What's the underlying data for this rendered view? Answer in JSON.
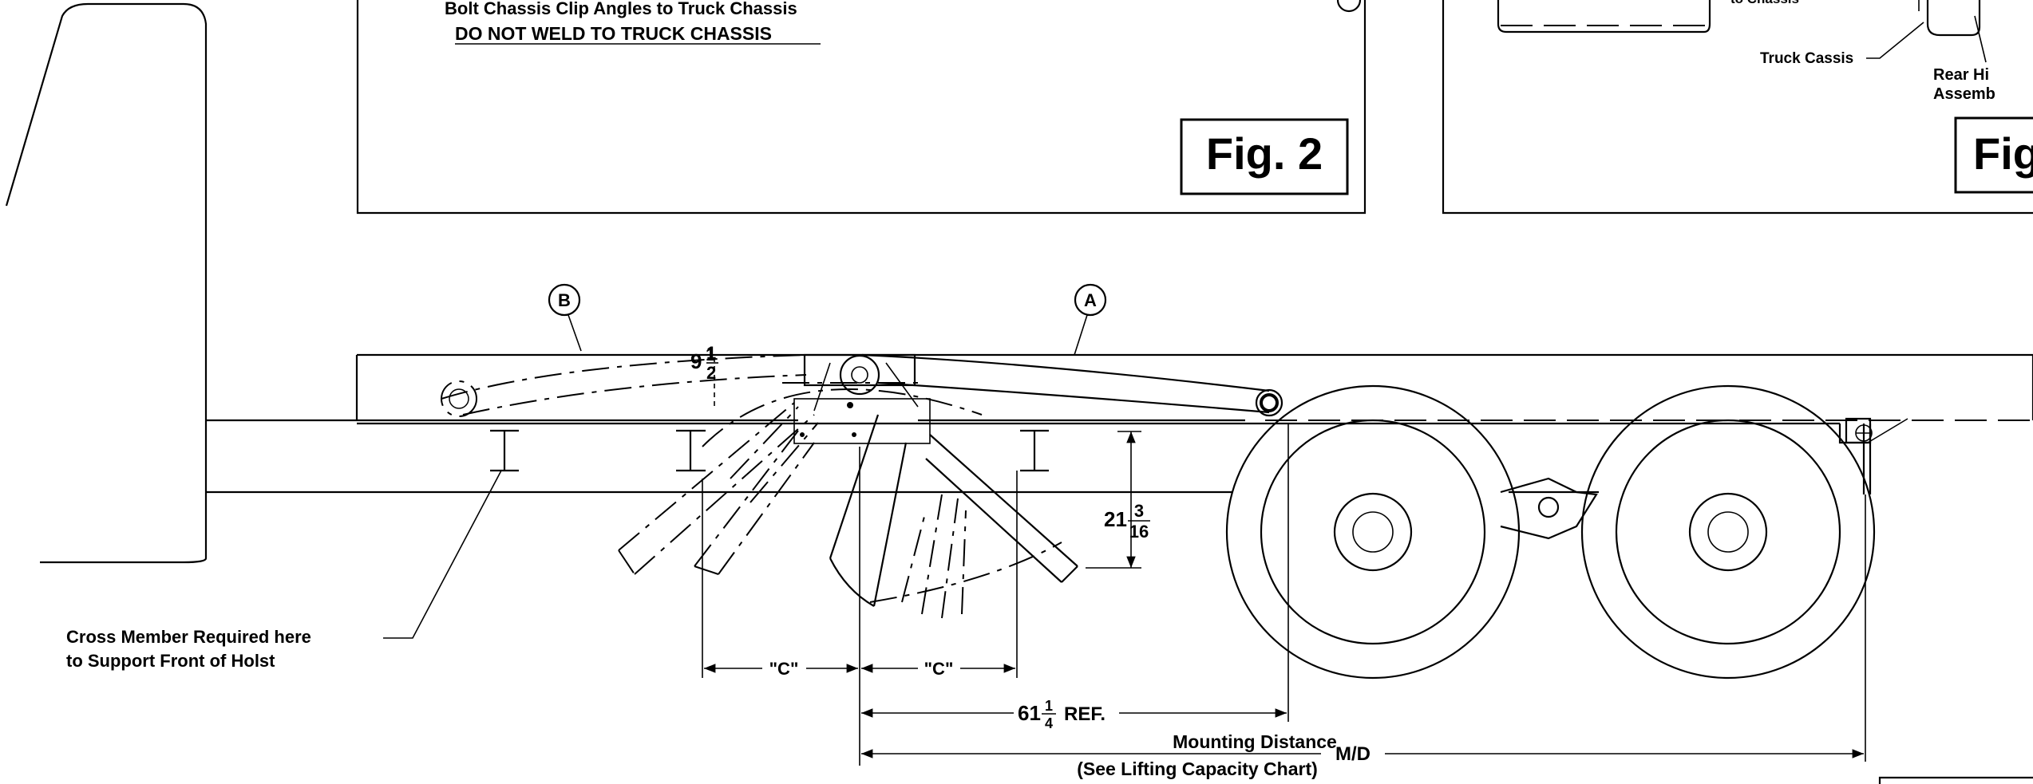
{
  "note": {
    "line1": "Bolt Chassis Clip Angles to Truck Chassis",
    "line2": "DO NOT WELD TO TRUCK CHASSIS"
  },
  "fig2": {
    "label": "Fig. 2"
  },
  "fig3": {
    "label": "Fig",
    "to_chassis": "to Chassis",
    "truck_cassis": "Truck Cassis",
    "rear_hinge_line1": "Rear Hi",
    "rear_hinge_line2": "Assemb"
  },
  "callouts": {
    "a": "A",
    "b": "B"
  },
  "dimensions": {
    "height_whole": "9",
    "height_num": "1",
    "height_den": "2",
    "depth_whole": "21",
    "depth_num": "3",
    "depth_den": "16",
    "c_left": "\"C\"",
    "c_right": "\"C\"",
    "ref_whole": "61",
    "ref_num": "1",
    "ref_den": "4",
    "ref_suffix": "REF.",
    "md": "M/D"
  },
  "labels": {
    "cross_member_line1": "Cross Member Required here",
    "cross_member_line2": "to Support Front of Holst",
    "mounting_distance": "Mounting Distance",
    "see_chart": "(See Lifting Capacity Chart)"
  }
}
